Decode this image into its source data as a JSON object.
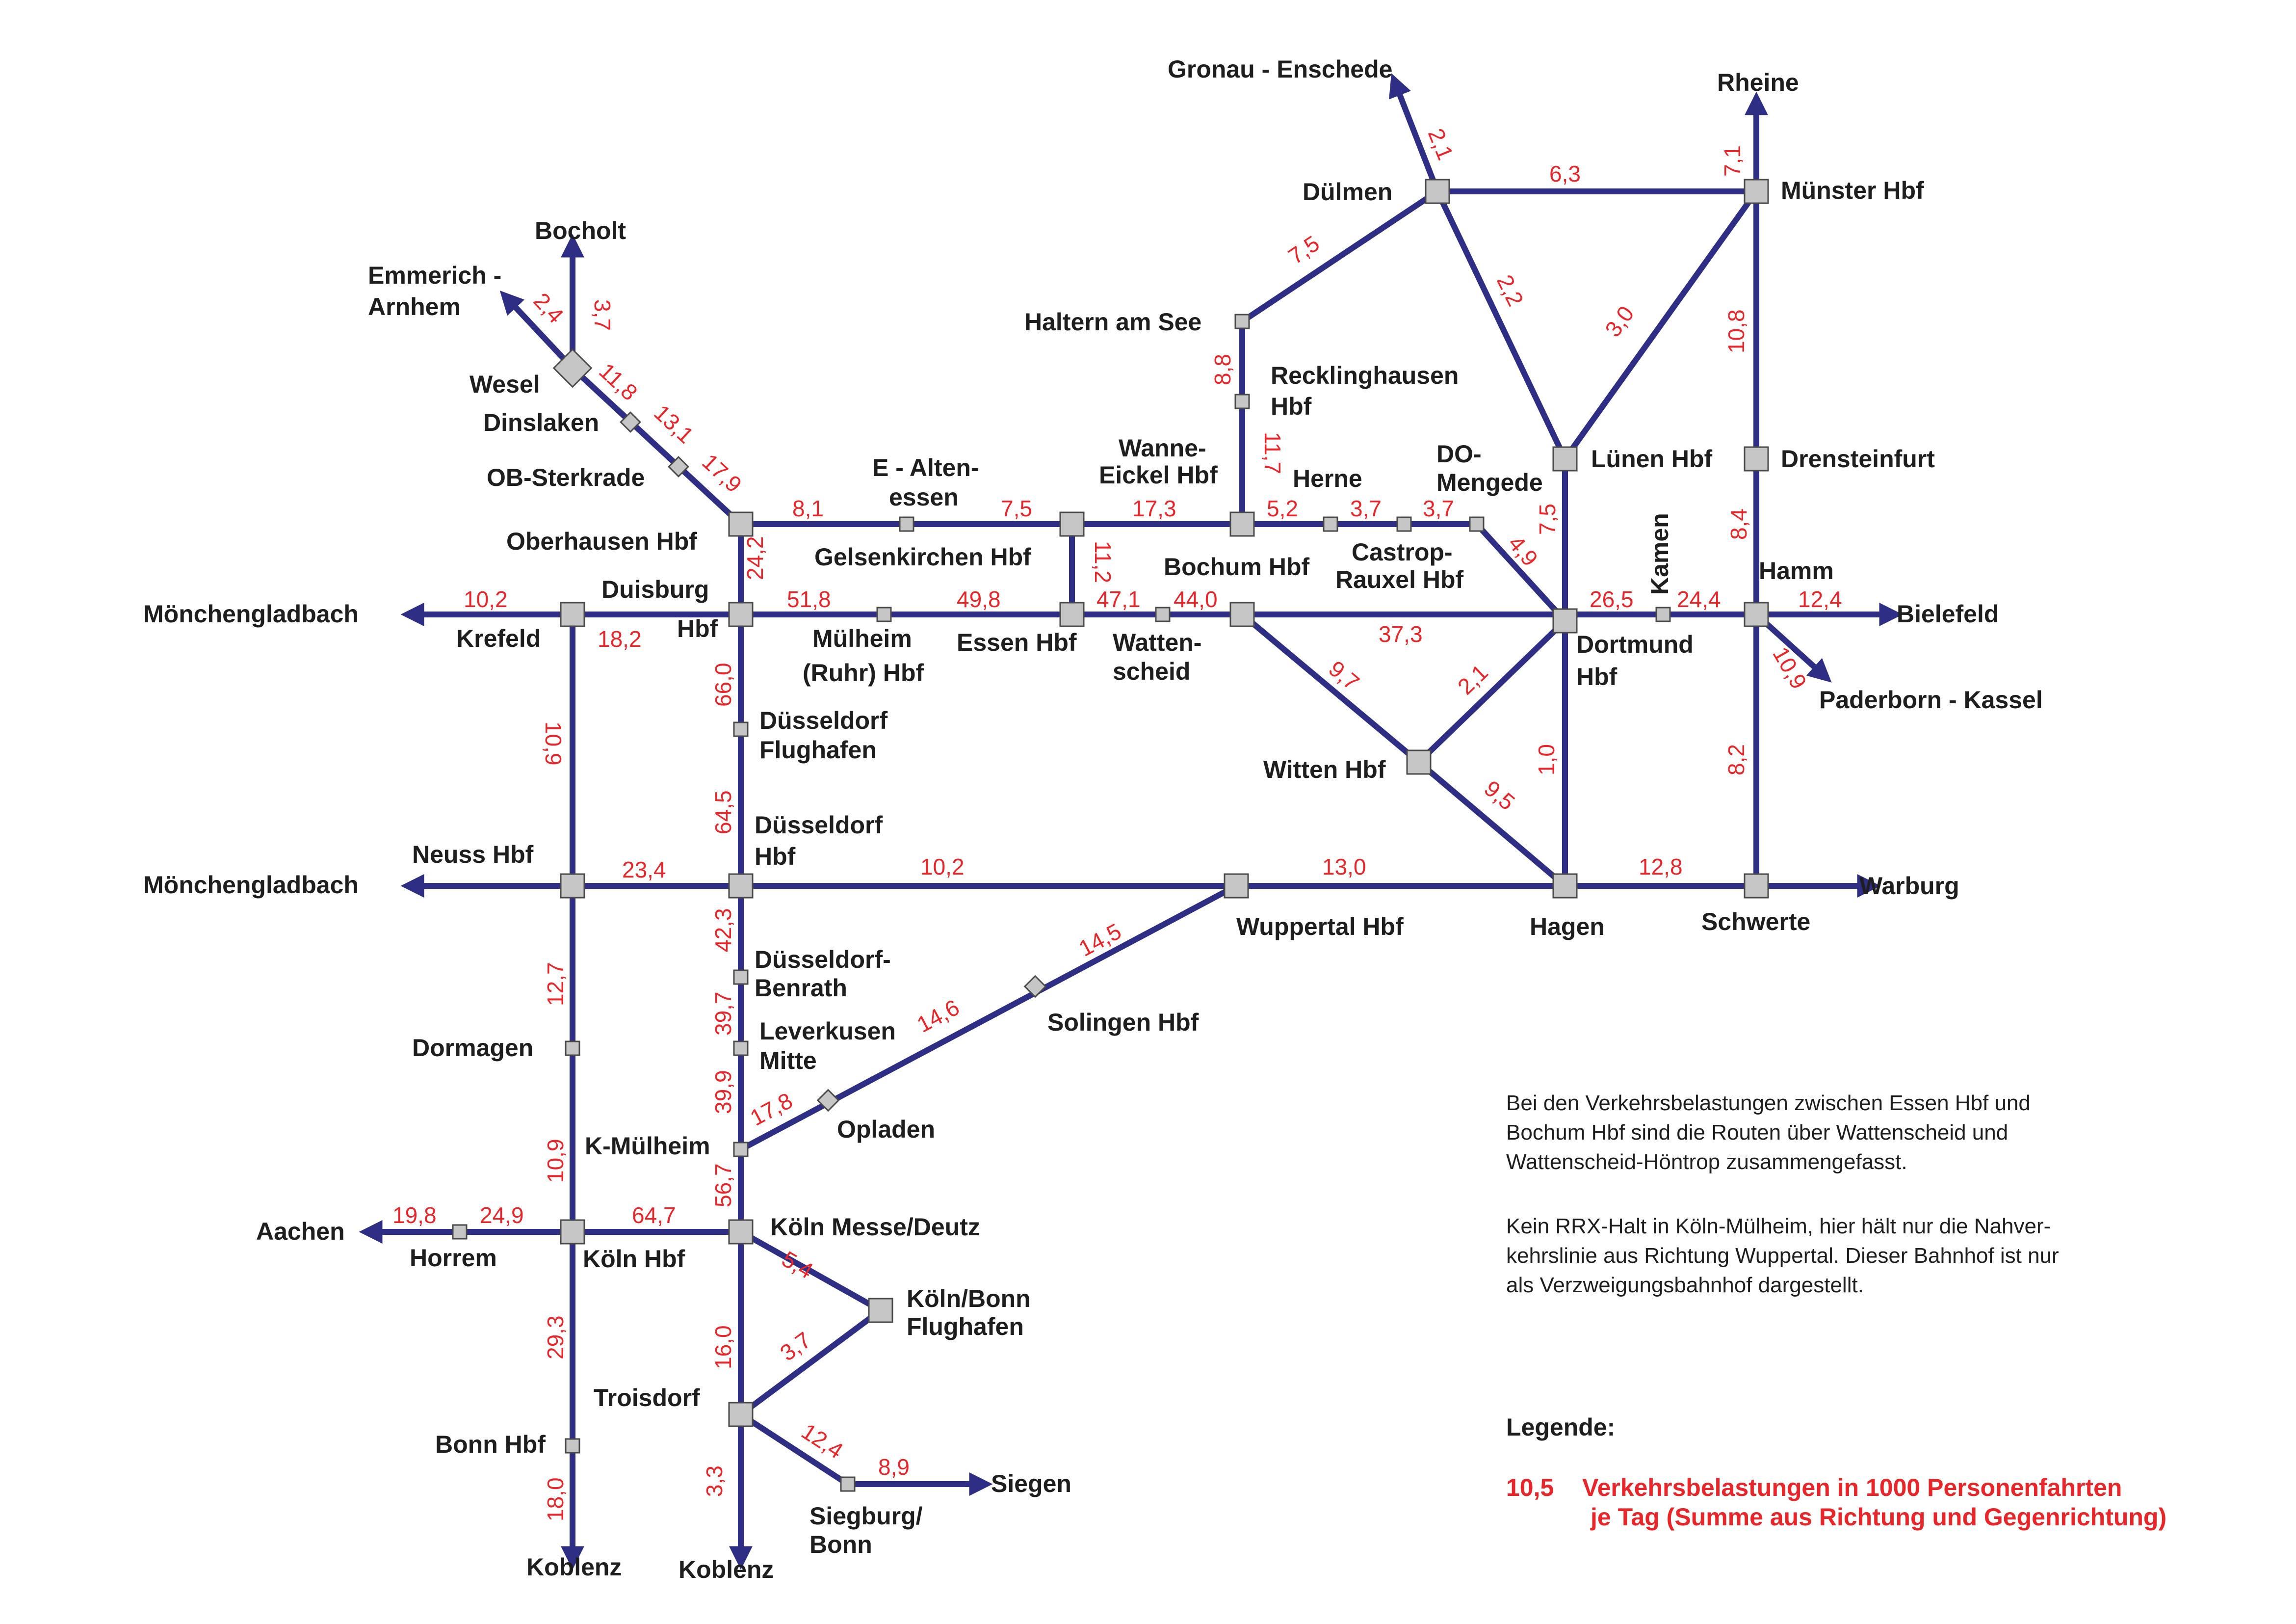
{
  "stations": {
    "gronau": "Gronau - Enschede",
    "rheine": "Rheine",
    "duelmen": "Dülmen",
    "muenster": "Münster Hbf",
    "bocholt": "Bocholt",
    "emmerich_1": "Emmerich -",
    "emmerich_2": "Arnhem",
    "haltern": "Haltern am See",
    "recklinghausen_1": "Recklinghausen",
    "recklinghausen_2": "Hbf",
    "wesel": "Wesel",
    "dinslaken": "Dinslaken",
    "ob_sterkrade": "OB-Sterkrade",
    "e_altenessen_1": "E - Alten-",
    "e_altenessen_2": "essen",
    "wanne_1": "Wanne-",
    "wanne_2": "Eickel Hbf",
    "herne": "Herne",
    "do_mengede_1": "DO-",
    "do_mengede_2": "Mengede",
    "luenen": "Lünen Hbf",
    "drensteinfurt": "Drensteinfurt",
    "oberhausen": "Oberhausen Hbf",
    "gelsenkirchen": "Gelsenkirchen Hbf",
    "castrop_1": "Castrop-",
    "castrop_2": "Rauxel Hbf",
    "kamen": "Kamen",
    "hamm": "Hamm",
    "bochum": "Bochum Hbf",
    "mgladbach_top": "Mönchengladbach",
    "duisburg_1": "Duisburg",
    "duisburg_2": "Hbf",
    "bielefeld": "Bielefeld",
    "krefeld": "Krefeld",
    "muelheim_1": "Mülheim",
    "muelheim_2": "(Ruhr) Hbf",
    "essen": "Essen Hbf",
    "wattenscheid_1": "Watten-",
    "wattenscheid_2": "scheid",
    "dortmund_1": "Dortmund",
    "dortmund_2": "Hbf",
    "paderborn": "Paderborn - Kassel",
    "dus_flughafen_1": "Düsseldorf",
    "dus_flughafen_2": "Flughafen",
    "witten": "Witten Hbf",
    "neuss": "Neuss Hbf",
    "duesseldorf_1": "Düsseldorf",
    "duesseldorf_2": "Hbf",
    "mgladbach_bottom": "Mönchengladbach",
    "wuppertal": "Wuppertal Hbf",
    "hagen": "Hagen",
    "schwerte": "Schwerte",
    "warburg": "Warburg",
    "benrath_1": "Düsseldorf-",
    "benrath_2": "Benrath",
    "leverkusen_1": "Leverkusen",
    "leverkusen_2": "Mitte",
    "solingen": "Solingen Hbf",
    "dormagen": "Dormagen",
    "opladen": "Opladen",
    "k_muelheim": "K-Mülheim",
    "aachen": "Aachen",
    "koeln_messe": "Köln Messe/Deutz",
    "horrem": "Horrem",
    "koeln_hbf": "Köln Hbf",
    "cgn_1": "Köln/Bonn",
    "cgn_2": "Flughafen",
    "troisdorf": "Troisdorf",
    "bonn": "Bonn Hbf",
    "siegen": "Siegen",
    "siegburg_1": "Siegburg/",
    "siegburg_2": "Bonn",
    "koblenz_left": "Koblenz",
    "koblenz_right": "Koblenz"
  },
  "loads": {
    "v_2_1": "2,1",
    "v_6_3": "6,3",
    "v_7_1": "7,1",
    "v_7_5_haltern": "7,5",
    "v_2_2": "2,2",
    "v_3_0": "3,0",
    "v_10_8": "10,8",
    "v_3_7_bocholt": "3,7",
    "v_2_4": "2,4",
    "v_8_8": "8,8",
    "v_11_8": "11,8",
    "v_13_1": "13,1",
    "v_11_7": "11,7",
    "v_17_9": "17,9",
    "v_8_1": "8,1",
    "v_7_5_gelsen": "7,5",
    "v_17_3": "17,3",
    "v_5_2": "5,2",
    "v_3_7_a": "3,7",
    "v_3_7_b": "3,7",
    "v_7_5_luenen": "7,5",
    "v_4_9": "4,9",
    "v_8_4": "8,4",
    "v_24_2": "24,2",
    "v_11_2": "11,2",
    "v_10_2_krefeld": "10,2",
    "v_51_8": "51,8",
    "v_49_8": "49,8",
    "v_47_1": "47,1",
    "v_44_0": "44,0",
    "v_26_5": "26,5",
    "v_24_4": "24,4",
    "v_12_4": "12,4",
    "v_18_2": "18,2",
    "v_37_3": "37,3",
    "v_10_9_paderborn": "10,9",
    "v_66_0": "66,0",
    "v_9_7": "9,7",
    "v_2_1_witten": "2,1",
    "v_10_9_krefeld": "10,9",
    "v_1_0": "1,0",
    "v_8_2": "8,2",
    "v_64_5": "64,5",
    "v_9_5": "9,5",
    "v_23_4": "23,4",
    "v_10_2_dus": "10,2",
    "v_13_0": "13,0",
    "v_12_8": "12,8",
    "v_42_3": "42,3",
    "v_14_5": "14,5",
    "v_12_7": "12,7",
    "v_39_7": "39,7",
    "v_14_6": "14,6",
    "v_39_9": "39,9",
    "v_17_8": "17,8",
    "v_10_9_dormagen": "10,9",
    "v_56_7": "56,7",
    "v_19_8": "19,8",
    "v_24_9": "24,9",
    "v_64_7": "64,7",
    "v_5_4": "5,4",
    "v_29_3": "29,3",
    "v_16_0": "16,0",
    "v_3_7_cgn": "3,7",
    "v_12_4_siegburg": "12,4",
    "v_8_9": "8,9",
    "v_18_0": "18,0",
    "v_3_3": "3,3"
  },
  "notes": {
    "note1_l1": "Bei den Verkehrsbelastungen zwischen Essen Hbf und",
    "note1_l2": "Bochum Hbf sind die Routen über Wattenscheid und",
    "note1_l3": "Wattenscheid-Höntrop zusammengefasst.",
    "note2_l1": "Kein RRX-Halt in Köln-Mülheim, hier hält nur die Nahver-",
    "note2_l2": "kehrslinie aus Richtung Wuppertal. Dieser Bahnhof ist nur",
    "note2_l3": "als Verzweigungsbahnhof dargestellt."
  },
  "legend": {
    "title": "Legende:",
    "sample_value": "10,5",
    "text_l1": "Verkehrsbelastungen in 1000 Personenfahrten",
    "text_l2": "je Tag (Summe aus Richtung und Gegenrichtung)"
  },
  "colors": {
    "line": "#2e2f84",
    "value": "#e8262a",
    "station_fill": "#c6c6c6"
  }
}
